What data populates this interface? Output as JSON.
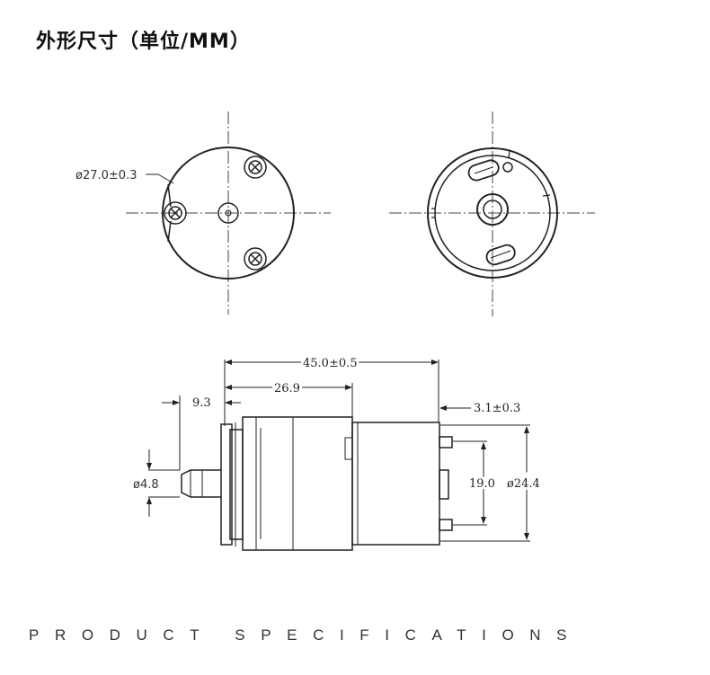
{
  "title": "外形尺寸（单位/MM）",
  "footer": "PRODUCT  SPECIFICATIONS",
  "dimensions": {
    "diameter_front": "ø27.0±0.3",
    "total_length": "45.0±0.5",
    "body_length": "26.9",
    "nozzle_length": "9.3",
    "terminal_length": "3.1±0.3",
    "nozzle_diameter": "ø4.8",
    "terminal_spacing": "19.0",
    "motor_diameter": "ø24.4"
  }
}
